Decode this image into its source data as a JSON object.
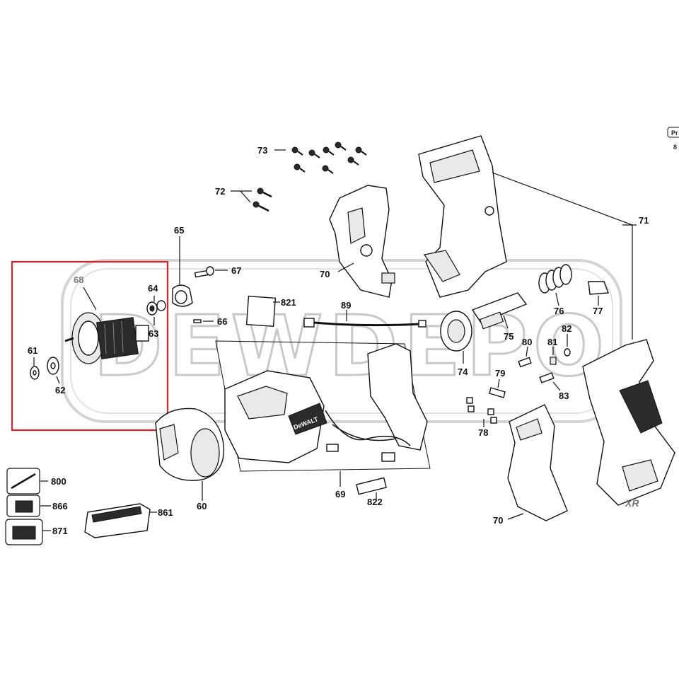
{
  "watermark": "DEWDEPO",
  "corner_text": {
    "line1": "Pr",
    "line2": "8"
  },
  "highlight_color": "#e3202a",
  "labels": {
    "60": "60",
    "61": "61",
    "62": "62",
    "63": "63",
    "64": "64",
    "65": "65",
    "66": "66",
    "67": "67",
    "68": "68",
    "69": "69",
    "70a": "70",
    "70b": "70",
    "71": "71",
    "72": "72",
    "73": "73",
    "74": "74",
    "75": "75",
    "76": "76",
    "77": "77",
    "78": "78",
    "79": "79",
    "80": "80",
    "81": "81",
    "82": "82",
    "83": "83",
    "89": "89",
    "800": "800",
    "821": "821",
    "822": "822",
    "861": "861",
    "866": "866",
    "871": "871"
  },
  "brand_marks": {
    "motor_housing": "DeWALT",
    "handle": "XR"
  }
}
